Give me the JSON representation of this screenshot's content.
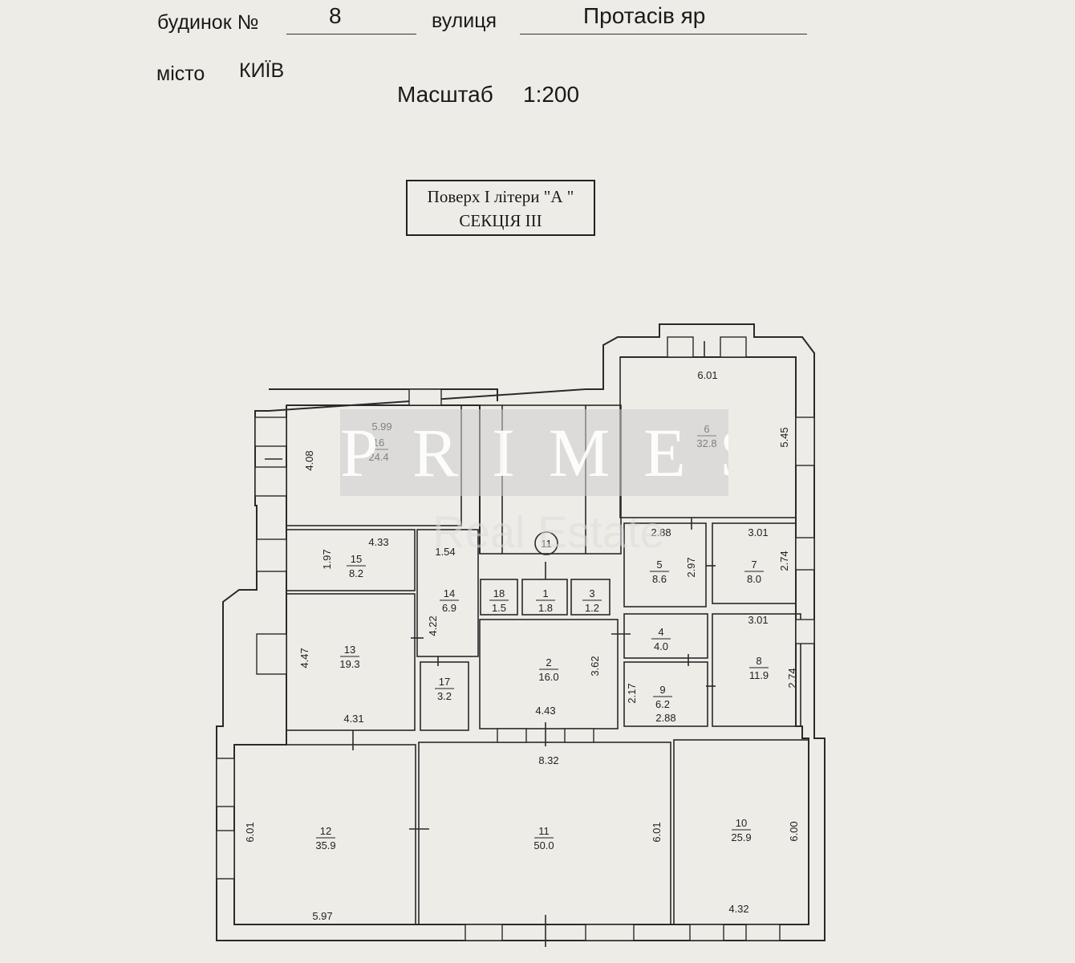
{
  "header": {
    "house_label": "будинок №",
    "house_number": "8",
    "street_label": "вулиця",
    "street_name": "Протасів яр",
    "city_label": "місто",
    "city_name": "КИЇВ",
    "scale_label": "Масштаб",
    "scale_value": "1:200"
  },
  "floor_title": {
    "line1": "Поверх I літери \"А \"",
    "line2": "СЕКЦІЯ III"
  },
  "watermark": {
    "brand": "PRIMES",
    "sub": "Real Estate"
  },
  "rooms": [
    {
      "num": "16",
      "area": "24.4"
    },
    {
      "num": "15",
      "area": "8.2"
    },
    {
      "num": "14",
      "area": "6.9"
    },
    {
      "num": "13",
      "area": "19.3"
    },
    {
      "num": "17",
      "area": "3.2"
    },
    {
      "num": "18",
      "area": "1.5"
    },
    {
      "num": "1",
      "area": "1.8"
    },
    {
      "num": "3",
      "area": "1.2"
    },
    {
      "num": "2",
      "area": "16.0"
    },
    {
      "num": "6",
      "area": "32.8"
    },
    {
      "num": "5",
      "area": "8.6"
    },
    {
      "num": "7",
      "area": "8.0"
    },
    {
      "num": "4",
      "area": "4.0"
    },
    {
      "num": "8",
      "area": "11.9"
    },
    {
      "num": "9",
      "area": "6.2"
    },
    {
      "num": "12",
      "area": "35.9"
    },
    {
      "num": "11",
      "area": "50.0"
    },
    {
      "num": "10",
      "area": "25.9"
    }
  ],
  "dimensions": [
    "5.99",
    "4.08",
    "4.33",
    "1.97",
    "1.54",
    "4.22",
    "4.47",
    "4.31",
    "6.01",
    "5.45",
    "2.88",
    "2.97",
    "3.01",
    "2.74",
    "3.01",
    "2.74",
    "3.62",
    "4.43",
    "2.17",
    "2.88",
    "8.32",
    "6.01",
    "5.97",
    "6.01",
    "6.00",
    "4.32"
  ],
  "stair_label": "11"
}
